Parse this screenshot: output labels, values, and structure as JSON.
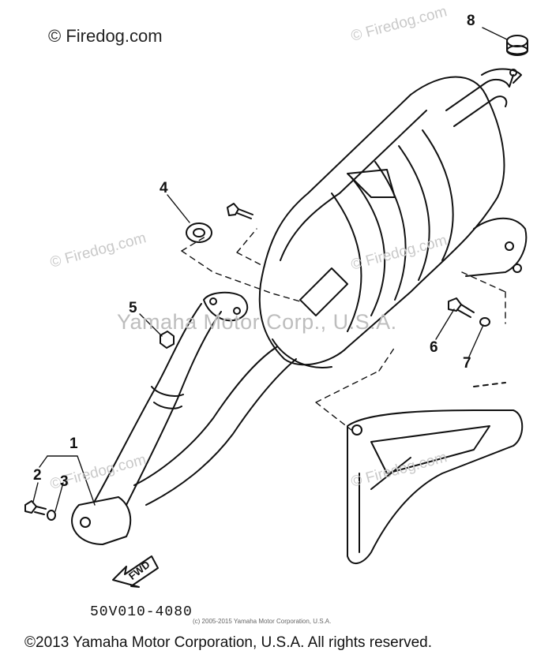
{
  "watermarks": {
    "firedog_main": "© Firedog.com",
    "firedog_repeat": "© Firedog.com",
    "yamaha_overlay": "Yamaha Motor Corp., U.S.A."
  },
  "callouts": {
    "c1": "1",
    "c2": "2",
    "c3": "3",
    "c4": "4",
    "c5": "5",
    "c6": "6",
    "c7": "7",
    "c8": "8"
  },
  "diagram_code": "50V010-4080",
  "fwd_label": "FWD",
  "small_copyright": "(c) 2005-2015 Yamaha Motor Corporation, U.S.A.",
  "footer_copyright": "©2013 Yamaha Motor Corporation, U.S.A. All rights reserved."
}
